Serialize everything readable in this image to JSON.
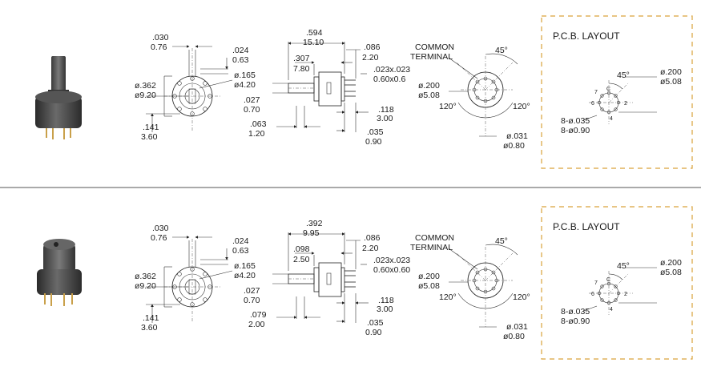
{
  "colors": {
    "pcb_box": "#d9a23a",
    "divider": "#777777",
    "body_dark": "#3a3a3a",
    "pin_gold": "#c9a04a"
  },
  "panels": [
    {
      "front": {
        "w_in": ".030",
        "w_mm": "0.76",
        "off_in": ".024",
        "off_mm": "0.63",
        "od_in": "ø.362",
        "od_mm": "ø9.20",
        "id_in": "ø.165",
        "id_mm": "ø4.20",
        "h_in": ".141",
        "h_mm": "3.60"
      },
      "side": {
        "len_in": ".594",
        "len_mm": "15.10",
        "body_in": ".307",
        "body_mm": "7.80",
        "top_in": ".086",
        "top_mm": "2.20",
        "pin_in": ".023x.023",
        "pin_mm": "0.60x0.6",
        "shaft_in": ".027",
        "shaft_mm": "0.70",
        "gap_in": ".118",
        "gap_mm": "3.00",
        "flange_in": ".063",
        "flange_mm": "1.20",
        "pitch_in": ".035",
        "pitch_mm": "0.90"
      },
      "rear": {
        "common1": "COMMON",
        "common2": "TERMINAL",
        "angle_top": "45°",
        "circ_in": "ø.200",
        "circ_mm": "ø5.08",
        "angle_left": "120°",
        "angle_right": "120°",
        "hole_in": "ø.031",
        "hole_mm": "ø0.80"
      },
      "pcb": {
        "title": "P.C.B. LAYOUT",
        "angle": "45°",
        "circ_in": "ø.200",
        "circ_mm": "ø5.08",
        "holes_in": "8-ø.035",
        "holes_mm": "8-ø0.90",
        "pins": [
          "C",
          "2",
          "4",
          "6",
          "7"
        ]
      }
    },
    {
      "front": {
        "w_in": ".030",
        "w_mm": "0.76",
        "off_in": ".024",
        "off_mm": "0.63",
        "od_in": "ø.362",
        "od_mm": "ø9.20",
        "id_in": "ø.165",
        "id_mm": "ø4.20",
        "h_in": ".141",
        "h_mm": "3.60"
      },
      "side": {
        "len_in": ".392",
        "len_mm": "9.95",
        "body_in": ".098",
        "body_mm": "2.50",
        "top_in": ".086",
        "top_mm": "2.20",
        "pin_in": ".023x.023",
        "pin_mm": "0.60x0.60",
        "shaft_in": ".027",
        "shaft_mm": "0.70",
        "gap_in": ".118",
        "gap_mm": "3.00",
        "flange_in": ".079",
        "flange_mm": "2.00",
        "pitch_in": ".035",
        "pitch_mm": "0.90"
      },
      "rear": {
        "common1": "COMMON",
        "common2": "TERMINAL",
        "angle_top": "45°",
        "circ_in": "ø.200",
        "circ_mm": "ø5.08",
        "angle_left": "120°",
        "angle_right": "120°",
        "hole_in": "ø.031",
        "hole_mm": "ø0.80"
      },
      "pcb": {
        "title": "P.C.B. LAYOUT",
        "angle": "45°",
        "circ_in": "ø.200",
        "circ_mm": "ø5.08",
        "holes_in": "8-ø.035",
        "holes_mm": "8-ø0.90",
        "pins": [
          "C",
          "2",
          "4",
          "6",
          "7"
        ]
      }
    }
  ]
}
